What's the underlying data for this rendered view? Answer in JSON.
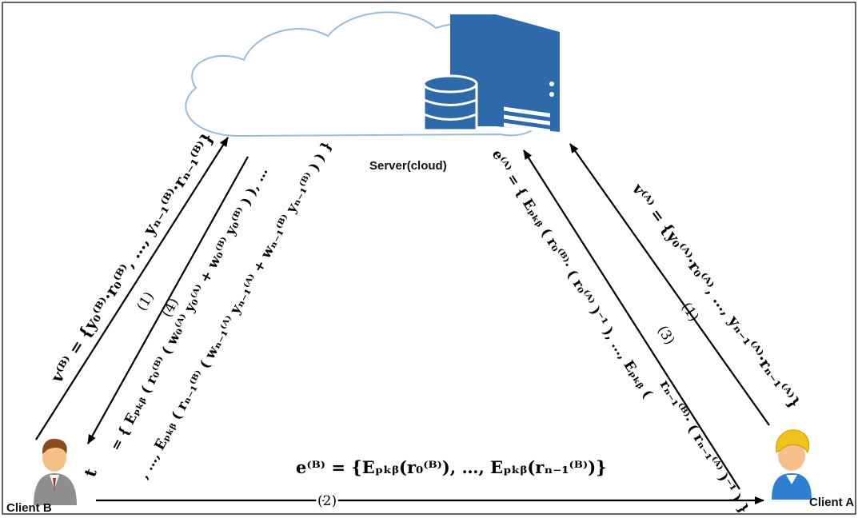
{
  "labels": {
    "server": "Server(cloud)",
    "client_b": "Client B",
    "client_a": "Client A"
  },
  "steps": {
    "s1_left": "(1)",
    "s4_left": "(4)",
    "s1_right": "(1)",
    "s3_right": "(3)",
    "s2_bottom": "(2)"
  },
  "formulas": {
    "v_b": "v⁽ᴮ⁾ = {y₀⁽ᴮ⁾·r₀⁽ᴮ⁾, …, yₙ₋₁⁽ᴮ⁾·rₙ₋₁⁽ᴮ⁾}",
    "t_prefix": "t",
    "t_line1": "= { Eₚₖᵦ ( r₀⁽ᴮ⁾ ( w₀⁽ᴬ⁾ y₀⁽ᴬ⁾ + w₀⁽ᴮ⁾ y₀⁽ᴮ⁾ ) ), …",
    "t_line2": ", …, Eₚₖᵦ ( rₙ₋₁⁽ᴮ⁾ ( wₙ₋₁⁽ᴬ⁾ yₙ₋₁⁽ᴬ⁾ + wₙ₋₁⁽ᴮ⁾ yₙ₋₁⁽ᴮ⁾ ) ) }",
    "e_a_line1": "e⁽ᴬ⁾ = { Eₚₖᵦ ( r₀⁽ᴮ⁾· ( r₀⁽ᴬ⁾ )⁻¹ ), …, Eₚₖᵦ (",
    "e_a_line2": "rₙ₋₁⁽ᴮ⁾· ( rₙ₋₁⁽ᴬ⁾ )⁻¹ ) }",
    "v_a": "v⁽ᴬ⁾ = {y₀⁽ᴬ⁾·r₀⁽ᴬ⁾, …, yₙ₋₁⁽ᴬ⁾·rₙ₋₁⁽ᴬ⁾}",
    "e_b": "e⁽ᴮ⁾ = {Eₚₖᵦ(r₀⁽ᴮ⁾), …, Eₚₖᵦ(rₙ₋₁⁽ᴮ⁾)}"
  },
  "colors": {
    "server": "#2e6aa9",
    "cloud_stroke": "#8ab2d8",
    "user_skin": "#f5c08a",
    "client_a_shirt": "#2f7fd0",
    "client_a_hair": "#f2c21a",
    "client_b_suit": "#8f8f8f",
    "client_b_hair": "#8a4a1c",
    "arrow": "#000000"
  }
}
